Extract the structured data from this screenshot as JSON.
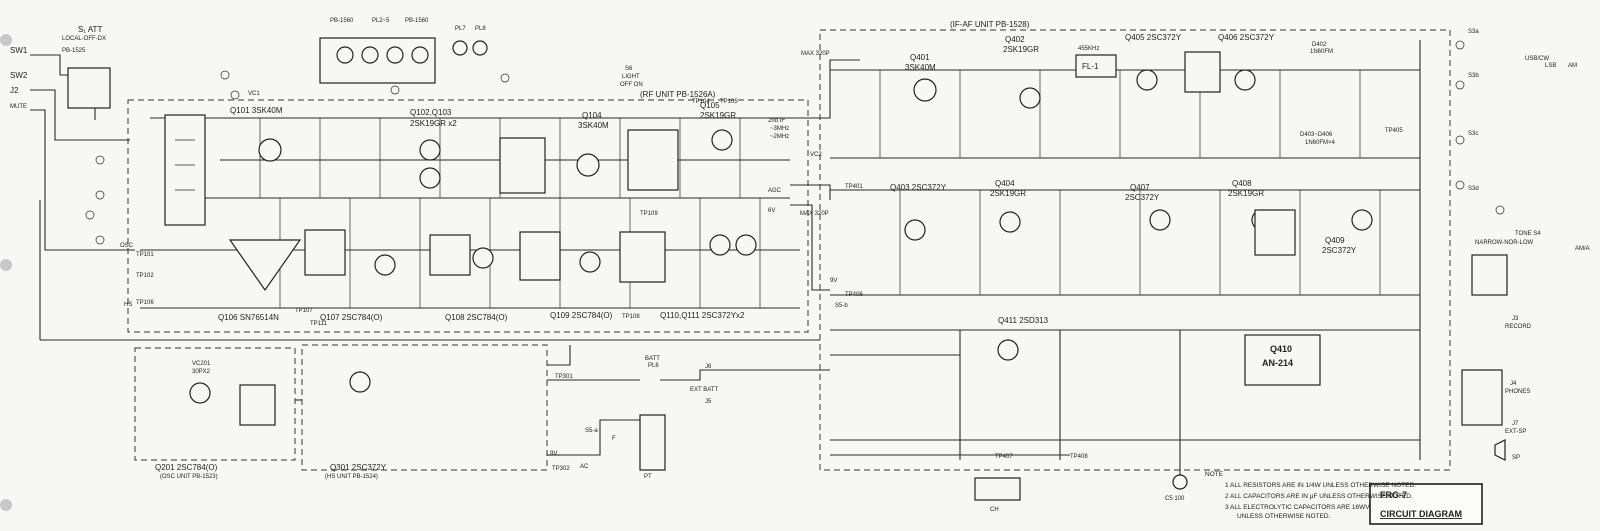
{
  "title": {
    "model": "FRG-7",
    "name": "CIRCUIT DIAGRAM"
  },
  "units": [
    {
      "key": "rf",
      "label": "(RF UNIT PB-1526A)"
    },
    {
      "key": "ifaf",
      "label": "(IF-AF UNIT PB-1528)"
    },
    {
      "key": "osc",
      "label": "(OSC UNIT PB-1523)"
    },
    {
      "key": "hs",
      "label": "(HS UNIT PB-1524)"
    }
  ],
  "components": {
    "q101": "Q101 3SK40M",
    "q102": "Q102,Q103",
    "q102b": "2SK19GR x2",
    "q104": "Q104",
    "q104b": "3SK40M",
    "q105": "Q105",
    "q105b": "2SK19GR",
    "q106": "Q106 SN76514N",
    "q107": "Q107 2SC784(O)",
    "q108": "Q108 2SC784(O)",
    "q109": "Q109 2SC784(O)",
    "q110": "Q110,Q111 2SC372Yx2",
    "q201": "Q201 2SC784(O)",
    "q301": "Q301 2SC372Y",
    "q401": "Q401",
    "q401b": "3SK40M",
    "q402": "Q402",
    "q402b": "2SK19GR",
    "q403": "Q403 2SC372Y",
    "q404": "Q404",
    "q404b": "2SK19GR",
    "q405": "Q405 2SC372Y",
    "q406": "Q406 2SC372Y",
    "q407": "Q407",
    "q407b": "2SC372Y",
    "q408": "Q408",
    "q408b": "2SK19GR",
    "q409": "Q409",
    "q409b": "2SC372Y",
    "q410": "Q410",
    "q410b": "AN-214",
    "q411": "Q411 2SD313",
    "fl1": "FL-1",
    "d403": "D403~D406",
    "d403b": "1N60FM×4",
    "d402": "D402",
    "d402b": "1N60FM"
  },
  "connectors": {
    "sw1": "SW1",
    "sw2": "SW2",
    "j2": "J2",
    "mute": "MUTE",
    "att": "S₁ ATT",
    "att_modes": "LOCAL-OFF-DX",
    "pb1525": "PB-1525",
    "pb1560": "PB-1560",
    "pl2_5": "PL2~5",
    "pb1560b": "PB-1560",
    "pl7": "PL7",
    "pl8": "PL8",
    "pl6": "PL6",
    "s6": "S6",
    "light": "LIGHT",
    "off_on": "OFF ON",
    "batt": "BATT",
    "ext_batt": "EXT BATT",
    "j5": "J5",
    "j6": "J6",
    "ac": "AC",
    "pt": "PT",
    "f1": "F",
    "s5": "S5-a",
    "s5b": "S5-b",
    "ch": "CH",
    "c5": "C5 100",
    "sp": "SP",
    "j4": "J4",
    "phones": "PHONES",
    "j7": "J7",
    "ext_sp": "EXT-SP",
    "j3": "J3",
    "record": "RECORD",
    "tone": "TONE S4",
    "tone_modes": "NARROW-NOR-LOW",
    "usb_cw": "USB/CW",
    "lsb": "LSB",
    "am_a": "AM",
    "am_b": "AM/A",
    "s3a": "S3a",
    "s3b": "S3b",
    "s3c": "S3c",
    "s3d": "S3d",
    "vc1": "VC1",
    "vc2": "VC2",
    "vc201": "VC201",
    "vc201b": "30PX2",
    "max": "MAX 320P",
    "max2": "MAX 320P",
    "agc": "AGC",
    "v9a": "9V",
    "v9b": "9V",
    "v6": "6V",
    "osc": "OSC",
    "hs": "HS",
    "if2": "2nd IF",
    "freq": "455KHz",
    "ifm": "~3MHz",
    "ifm2": "~2MHz"
  },
  "test_points": [
    "TP101",
    "TP102",
    "TP106",
    "TP107",
    "TP108",
    "TP111",
    "TP104",
    "TP105",
    "TP109",
    "TP301",
    "TP302",
    "TP401",
    "TP405",
    "TP406",
    "TP407",
    "TP408"
  ],
  "notes": {
    "heading": "NOTE",
    "items": [
      "1 ALL RESISTORS ARE IN 1/4W UNLESS OTHERWISE NOTED.",
      "2 ALL CAPACITORS ARE IN μF UNLESS OTHERWISE NOTED.",
      "3 ALL ELECTROLYTIC CAPACITORS ARE 16WV",
      "UNLESS OTHERWISE NOTED."
    ]
  }
}
